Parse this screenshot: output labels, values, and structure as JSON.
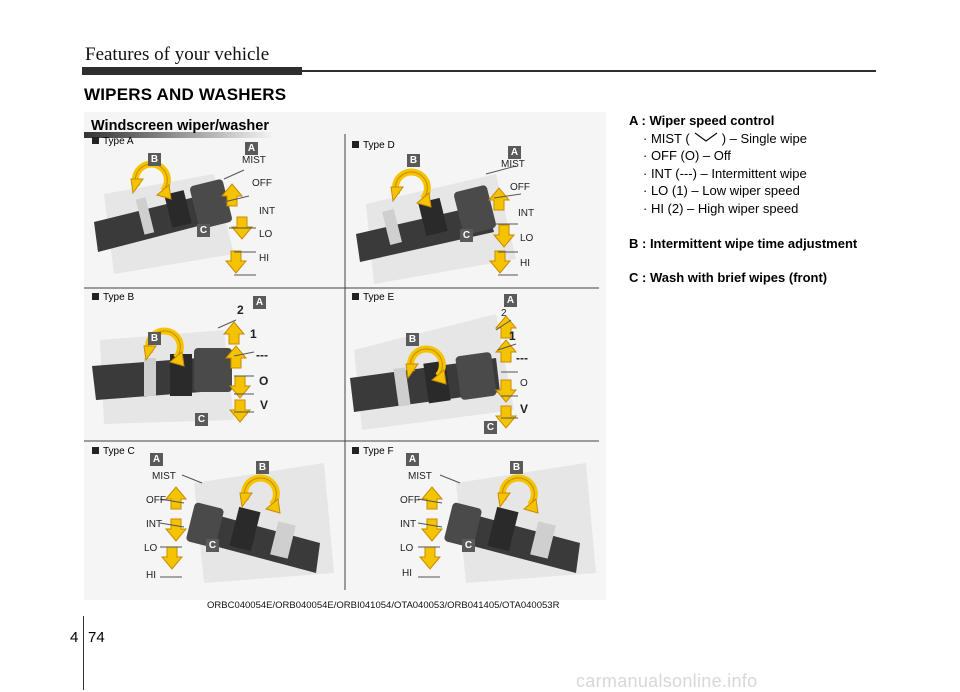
{
  "header": {
    "title": "Features of your vehicle"
  },
  "section": {
    "title": "WIPERS AND WASHERS"
  },
  "figure": {
    "caption": "Windscreen wiper/washer",
    "code": "ORBC040054E/ORB040054E/ORBI041054/OTA040053/ORB041405/OTA040053R",
    "panels": [
      {
        "type": "Type A",
        "labels": [
          "MIST",
          "OFF",
          "INT",
          "LO",
          "HI"
        ]
      },
      {
        "type": "Type D",
        "labels": [
          "MIST",
          "OFF",
          "INT",
          "LO",
          "HI"
        ]
      },
      {
        "type": "Type B",
        "labels": [
          "2",
          "1",
          "---",
          "O",
          "V"
        ]
      },
      {
        "type": "Type E",
        "labels": [
          "2",
          "1",
          "---",
          "O",
          "V"
        ]
      },
      {
        "type": "Type C",
        "labels": [
          "MIST",
          "OFF",
          "INT",
          "LO",
          "HI"
        ]
      },
      {
        "type": "Type F",
        "labels": [
          "MIST",
          "OFF",
          "INT",
          "LO",
          "HI"
        ]
      }
    ],
    "badges": {
      "a": "A",
      "b": "B",
      "c": "C"
    }
  },
  "legend": {
    "a_title": "A : Wiper speed control",
    "a_items": [
      {
        "pre": "· MIST (",
        "post": ") – Single wipe"
      },
      "· OFF (O) – Off",
      "· INT (---) – Intermittent wipe",
      "· LO (1) – Low wiper speed",
      "· HI (2) – High wiper speed"
    ],
    "b_title": "B : Intermittent wipe time adjustment",
    "c_title": "C : Wash with brief wipes (front)"
  },
  "footer": {
    "chapter": "4",
    "page": "74"
  },
  "watermark": "carmanualsonline.info",
  "colors": {
    "arrow_fill": "#f5c400",
    "arrow_stroke": "#c98a00",
    "badge": "#5a5a5a",
    "stalk": "#3a3a3a",
    "rule": "#2e2e2e"
  }
}
